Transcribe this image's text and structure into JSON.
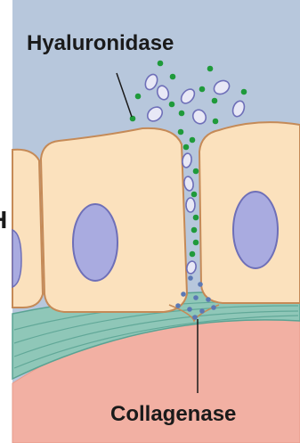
{
  "labels": {
    "top": "Hyaluronidase",
    "bottom": "Collagenase",
    "left_edge_glyph": "H"
  },
  "colors": {
    "background": "#b7c7dc",
    "tissue": "#f2b0a3",
    "tissue_edge": "#e79a8a",
    "membrane": "#8fc7b8",
    "membrane_fiber": "#5aa393",
    "cell_fill": "#fbe1bd",
    "cell_outline": "#c58a57",
    "nucleus_fill": "#a9abe0",
    "nucleus_outline": "#6e6fb8",
    "green_dot": "#1f9a3b",
    "ellipse_fill": "#e8e8f6",
    "ellipse_outline": "#6e6fb8",
    "blue_dot": "#5b78b5",
    "leader": "#1a1a1a"
  }
}
